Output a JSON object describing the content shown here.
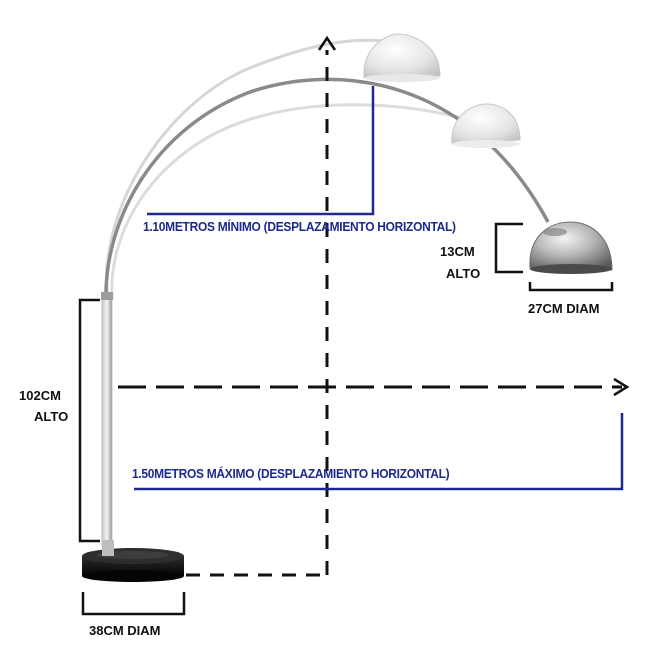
{
  "labels": {
    "min_offset": "1.10METROS MÍNIMO (DESPLAZAMIENTO HORIZONTAL)",
    "max_offset": "1.50METROS MÁXIMO (DESPLAZAMIENTO HORIZONTAL)",
    "shade_height_value": "13CM",
    "shade_height_unit": "ALTO",
    "shade_diameter": "27CM DIAM",
    "base_height_value": "102CM",
    "base_height_unit": "ALTO",
    "base_diameter": "38CM DIAM"
  },
  "colors": {
    "dimension_blue": "#1b2a8c",
    "text_black": "#111111",
    "arc_steel": "#8a8a8a",
    "arc_ghost": "#d9d9d9",
    "base_marble": "#111111",
    "shade_steel": "#9c9c9c"
  },
  "icons": {
    "vertical_arrow": "arrow-up",
    "horizontal_arrow": "arrow-right"
  }
}
